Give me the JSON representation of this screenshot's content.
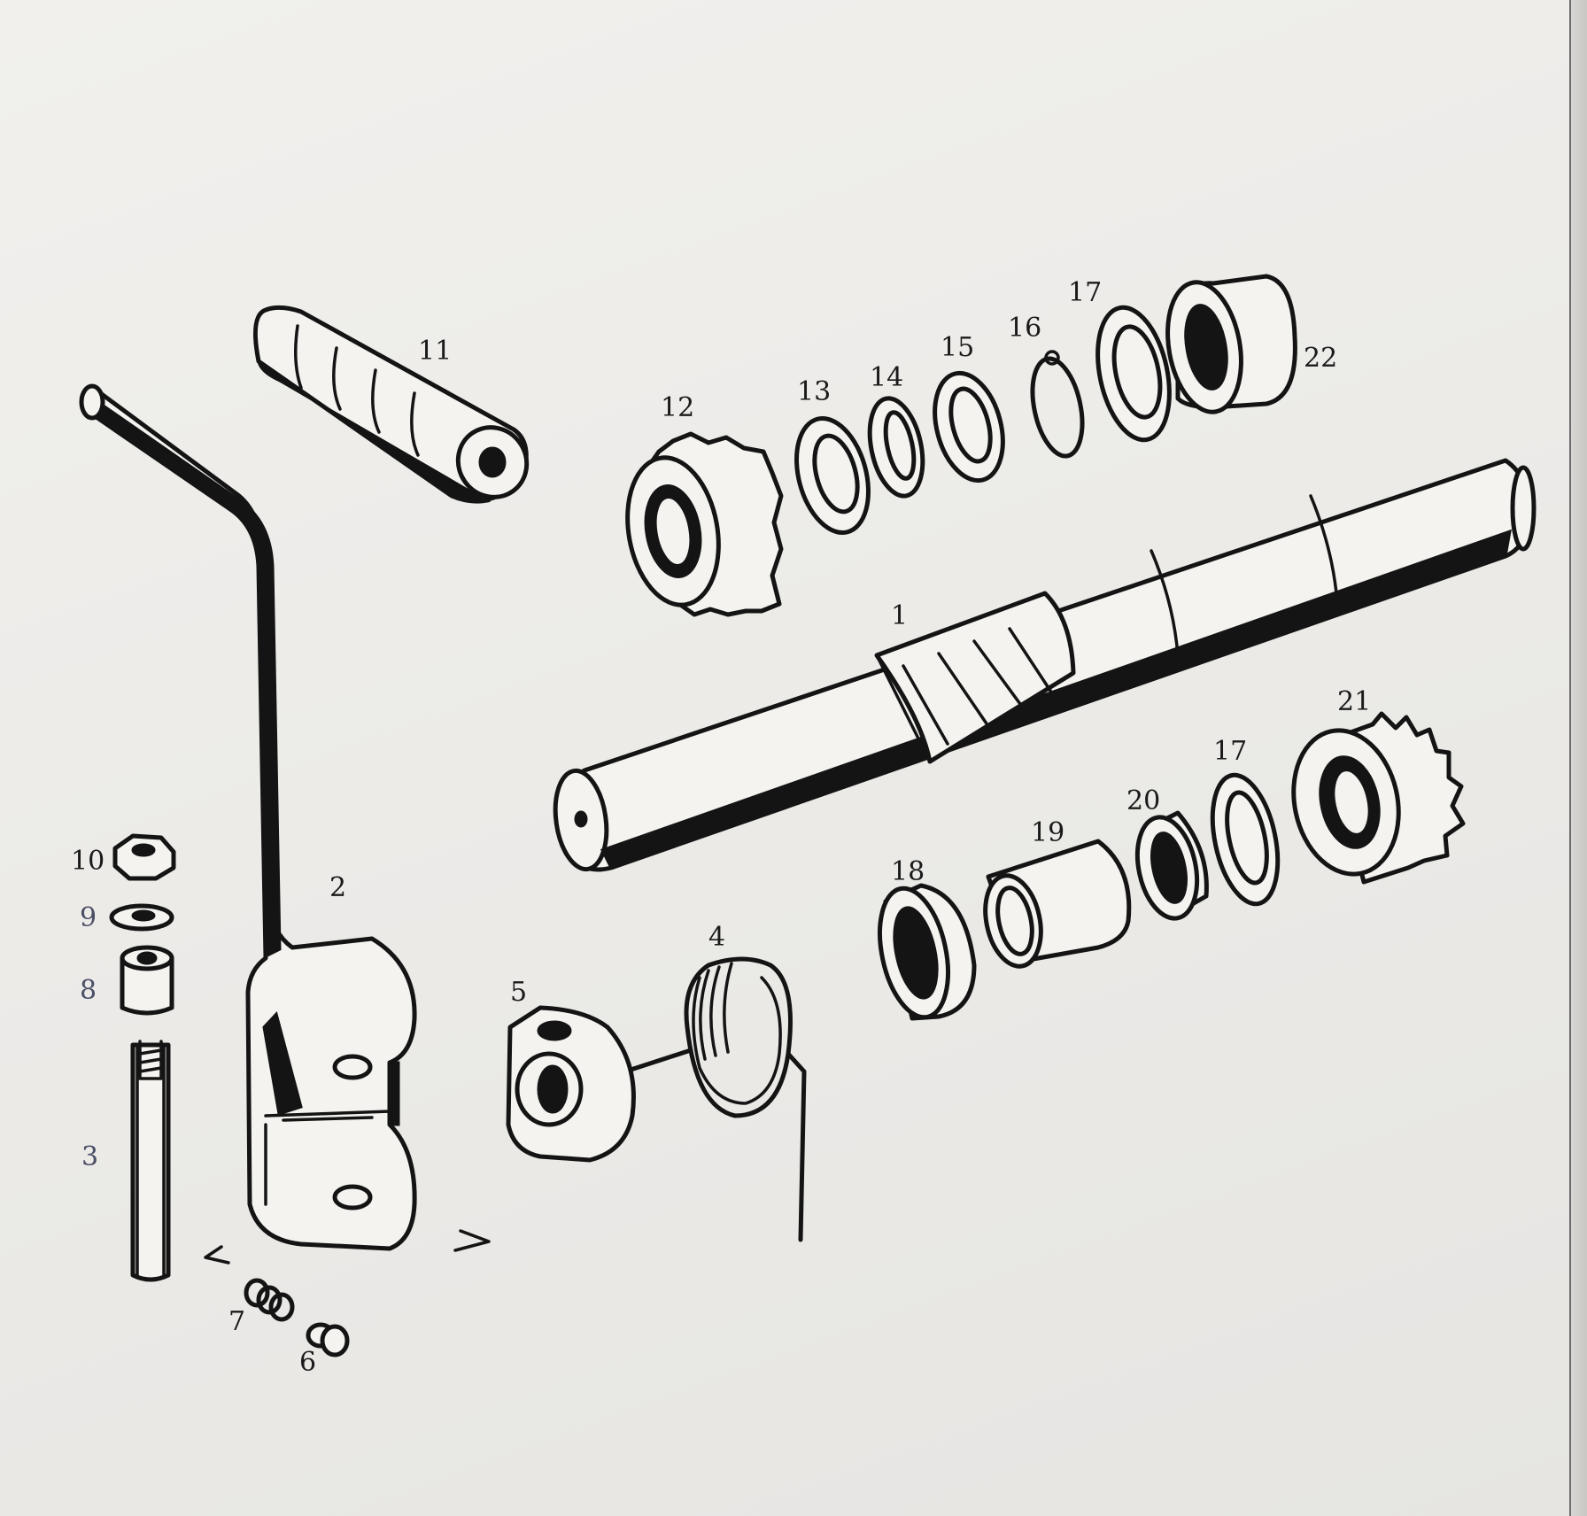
{
  "diagram": {
    "parts": [
      {
        "id": "1"
      },
      {
        "id": "2"
      },
      {
        "id": "3"
      },
      {
        "id": "4"
      },
      {
        "id": "5"
      },
      {
        "id": "6"
      },
      {
        "id": "7"
      },
      {
        "id": "8"
      },
      {
        "id": "9"
      },
      {
        "id": "10"
      },
      {
        "id": "11"
      },
      {
        "id": "12"
      },
      {
        "id": "13"
      },
      {
        "id": "14"
      },
      {
        "id": "15"
      },
      {
        "id": "16"
      },
      {
        "id": "17"
      },
      {
        "id": "18"
      },
      {
        "id": "19"
      },
      {
        "id": "20"
      },
      {
        "id": "21"
      },
      {
        "id": "22"
      }
    ],
    "label_17_upper": "17",
    "label_17_lower": "17"
  }
}
